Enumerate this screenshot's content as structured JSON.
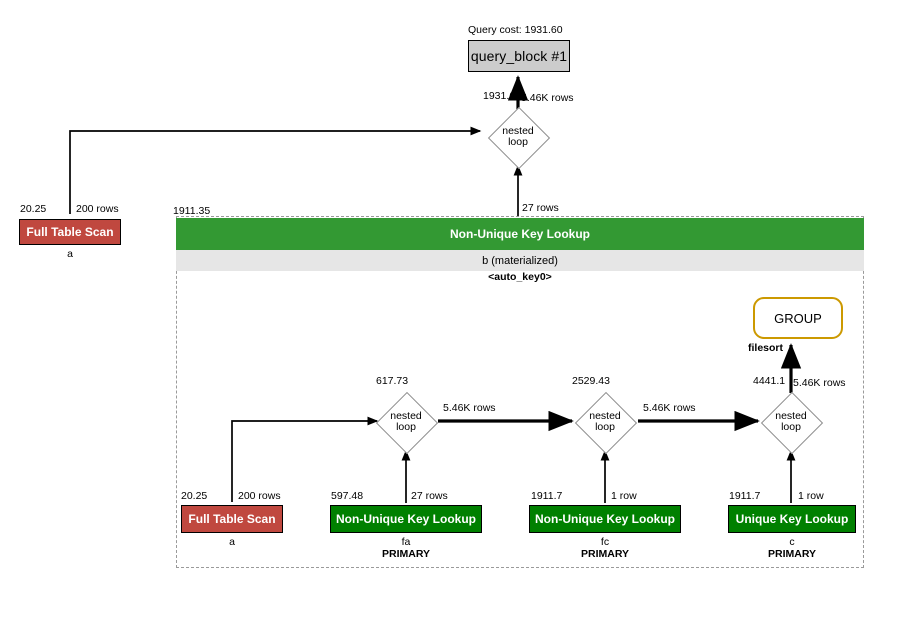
{
  "diagram": {
    "type": "mysql-visual-explain",
    "title": "Query cost: 1931.60",
    "root": {
      "label": "query_block #1",
      "cost_label": "Query cost: 1931.60"
    },
    "colors": {
      "red_table": "#c0483f",
      "green_index": "#008000",
      "green_header": "#339933",
      "gray_block": "#cccccc",
      "group_border": "#cc9900",
      "subquery_sub": "#e6e6e6",
      "diamond_stroke": "#8c8c8c",
      "dashed_border": "#9a9a9a"
    },
    "operators": {
      "nested_loop_line1": "nested",
      "nested_loop_line2": "loop",
      "group_label": "GROUP",
      "filesort_label": "filesort"
    },
    "outer": {
      "full_table_scan": {
        "label": "Full Table Scan",
        "alias": "a",
        "cost": "20.25",
        "rows": "200 rows"
      },
      "nested_loop": {
        "cost": "1931.6",
        "rows_out": "5.46K rows"
      },
      "subquery_edge": {
        "cost": "1911.35",
        "rows": "27 rows"
      }
    },
    "materialized": {
      "header_label": "Non-Unique Key Lookup",
      "sub_label": "b (materialized)",
      "key_label": "<auto_key0>",
      "inner": {
        "full_table_scan": {
          "label": "Full Table Scan",
          "alias": "a",
          "cost": "20.25",
          "rows": "200 rows"
        },
        "tables": [
          {
            "label": "Non-Unique Key Lookup",
            "alias": "fa",
            "key": "PRIMARY",
            "cost": "597.48",
            "rows": "27 rows"
          },
          {
            "label": "Non-Unique Key Lookup",
            "alias": "fc",
            "key": "PRIMARY",
            "cost": "1911.7",
            "rows": "1 row"
          },
          {
            "label": "Unique Key Lookup",
            "alias": "c",
            "key": "PRIMARY",
            "cost": "1911.7",
            "rows": "1 row"
          }
        ],
        "joins": [
          {
            "cost": "617.73",
            "rows_out": "5.46K rows"
          },
          {
            "cost": "2529.43",
            "rows_out": "5.46K rows"
          },
          {
            "cost": "4441.1",
            "rows_out": "5.46K rows"
          }
        ]
      }
    }
  }
}
